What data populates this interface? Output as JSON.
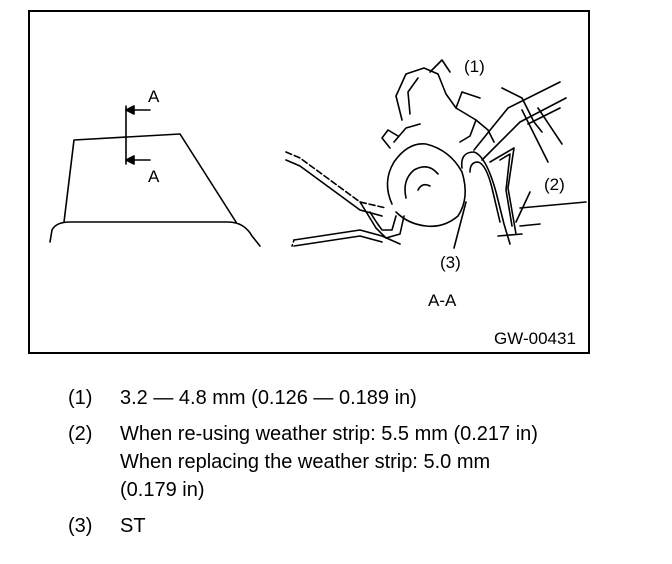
{
  "diagram": {
    "section_marker_top": "A",
    "section_marker_bottom": "A",
    "callout_1": "(1)",
    "callout_2": "(2)",
    "callout_3": "(3)",
    "section_caption": "A-A",
    "figure_code": "GW-00431"
  },
  "legend": [
    {
      "num": "(1)",
      "lines": [
        "3.2 — 4.8 mm (0.126 — 0.189 in)"
      ]
    },
    {
      "num": "(2)",
      "lines": [
        "When re-using weather strip: 5.5 mm (0.217 in)",
        "When replacing the weather strip: 5.0 mm",
        "(0.179 in)"
      ]
    },
    {
      "num": "(3)",
      "lines": [
        "ST"
      ]
    }
  ]
}
